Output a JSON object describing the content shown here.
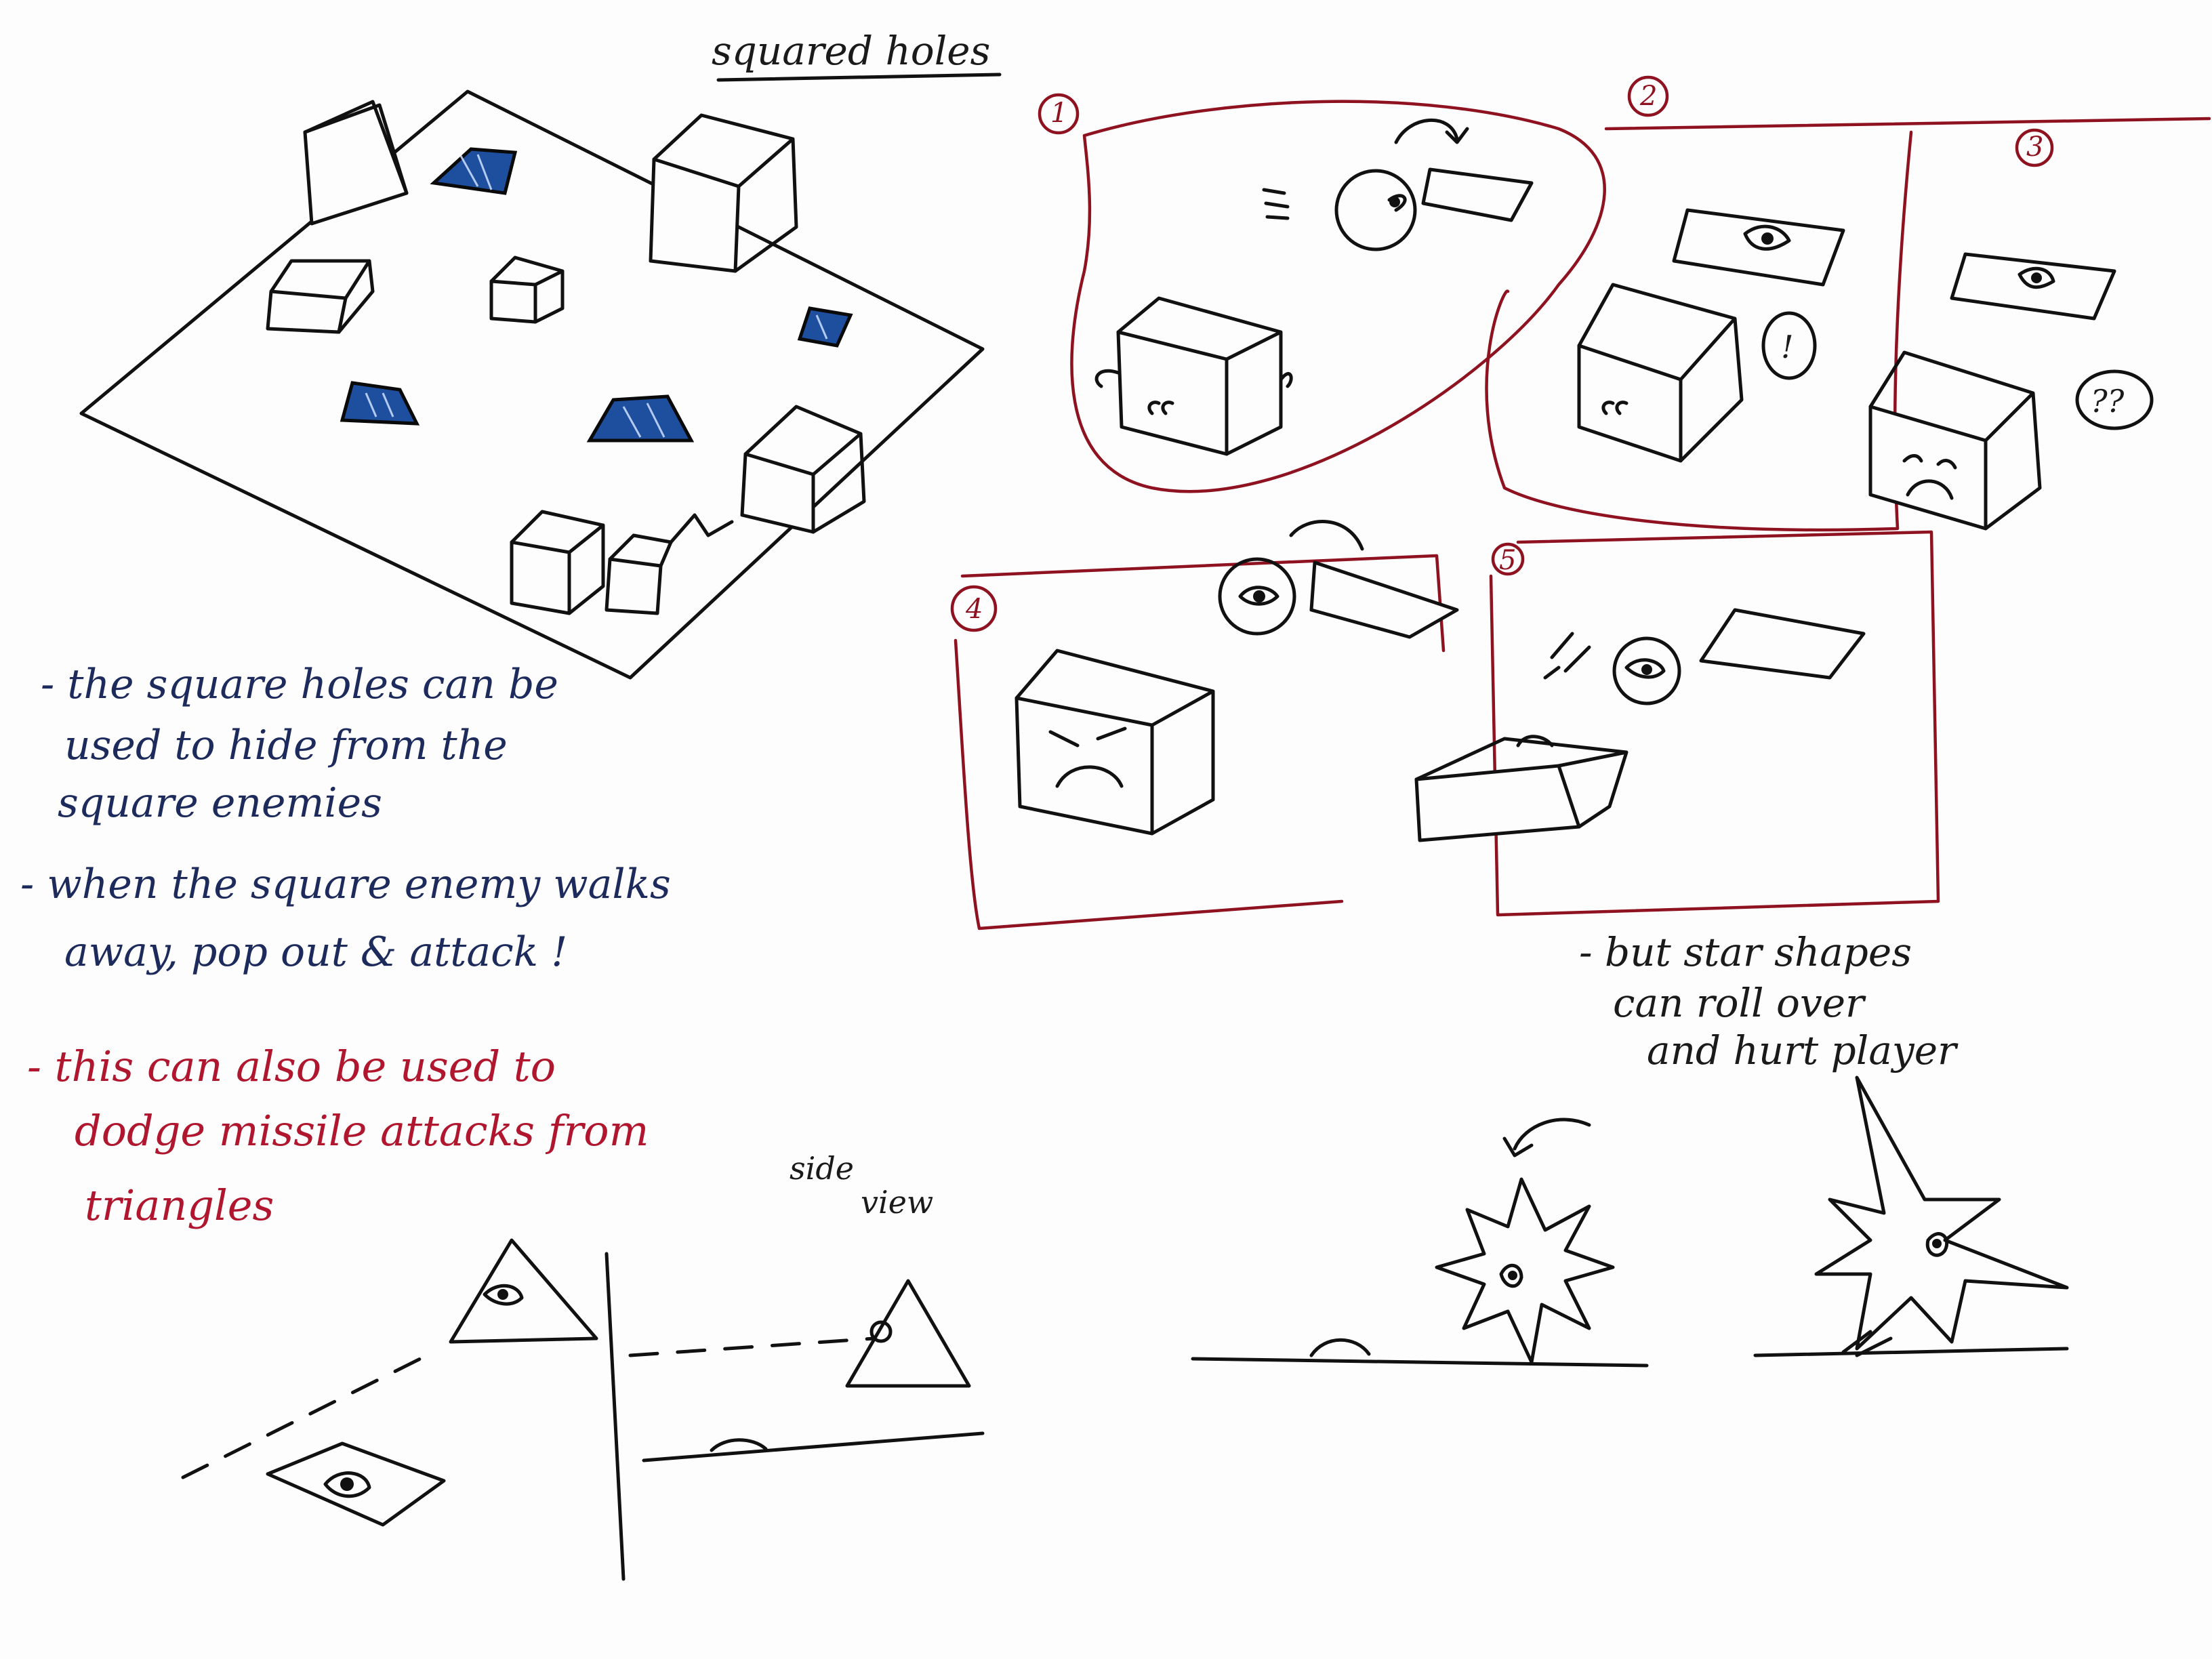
{
  "title": "squared holes",
  "notes_left": {
    "lines_navy": [
      "- the square holes  can  be",
      "used  to  hide  from  the",
      "square  enemies",
      "- when  the  square  enemy  walks",
      "away,  pop  out  &  attack !"
    ],
    "lines_red": [
      "- this  can  also  be  used  to",
      "dodge  missile  attacks  from",
      "triangles"
    ]
  },
  "side_view_label": [
    "side",
    "view"
  ],
  "notes_right": [
    "- but  star  shapes",
    "can  roll over",
    "and  hurt  player"
  ],
  "panels": [
    {
      "number": "1",
      "bubble": ""
    },
    {
      "number": "2",
      "bubble": "!"
    },
    {
      "number": "3",
      "bubble": "??"
    },
    {
      "number": "4",
      "bubble": ""
    },
    {
      "number": "5",
      "bubble": ""
    }
  ],
  "colors": {
    "ink": "#111111",
    "navy_text": "#1c2b5c",
    "red_text": "#b0162e",
    "panel_border": "#8e1220",
    "hole_fill": "#1d4f9e",
    "paper": "#fdfdfd"
  }
}
